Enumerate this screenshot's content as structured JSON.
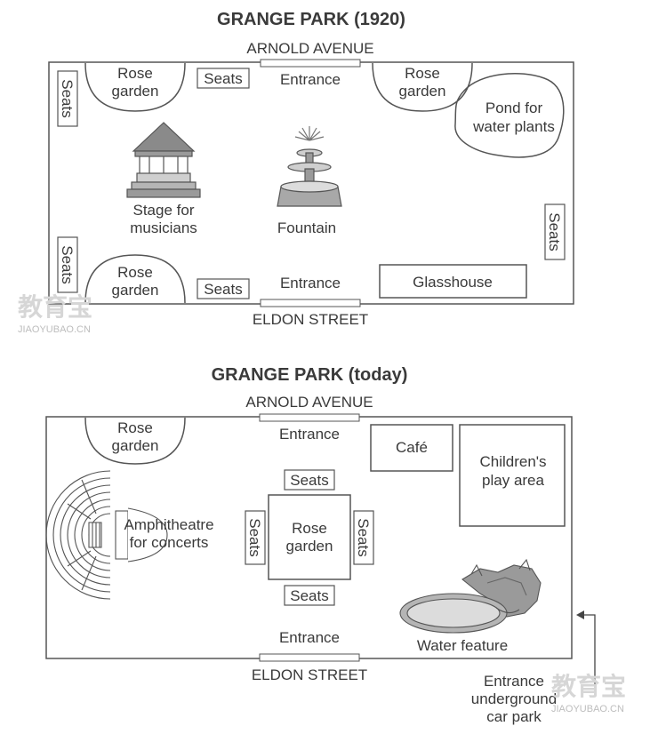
{
  "map_1920": {
    "title": "GRANGE PARK (1920)",
    "street_top": "ARNOLD AVENUE",
    "street_bottom": "ELDON STREET",
    "rose_garden": "Rose garden",
    "seats": "Seats",
    "entrance": "Entrance",
    "pond": [
      "Pond for",
      "water plants"
    ],
    "stage": [
      "Stage for",
      "musicians"
    ],
    "fountain": "Fountain",
    "glasshouse": "Glasshouse"
  },
  "map_today": {
    "title": "GRANGE PARK (today)",
    "street_top": "ARNOLD AVENUE",
    "street_bottom": "ELDON STREET",
    "rose_garden": "Rose garden",
    "entrance": "Entrance",
    "cafe": "Café",
    "play_area": [
      "Children's",
      "play area"
    ],
    "amphitheatre": [
      "Amphitheatre",
      "for concerts"
    ],
    "seats": "Seats",
    "water_feature": "Water feature",
    "car_park_entrance": [
      "Entrance",
      "underground",
      "car park"
    ]
  },
  "watermark": {
    "chinese": "教育宝",
    "domain": "JIAOYUBAO.CN"
  }
}
